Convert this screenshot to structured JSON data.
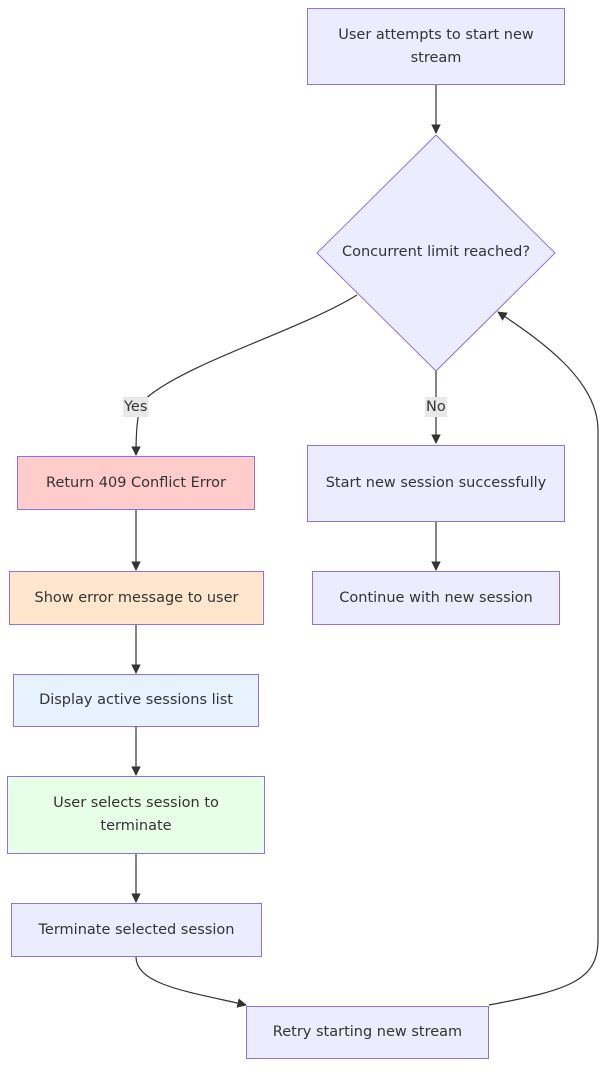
{
  "colors": {
    "node_fill_default": "#ECECFF",
    "node_stroke": "#9370DB",
    "edge": "#333333",
    "text": "#333333",
    "edge_label_bg": "#e8e8e8",
    "fill_error": "#FFCCCC",
    "fill_warning": "#FFE6CC",
    "fill_info": "#E6F2FF",
    "fill_success": "#E6FFE6"
  },
  "nodes": {
    "start": {
      "label": "User attempts to start new stream"
    },
    "decision": {
      "label": "Concurrent limit reached?"
    },
    "conflict": {
      "label": "Return 409 Conflict Error"
    },
    "show_error": {
      "label": "Show error message to user"
    },
    "display_sessions": {
      "label": "Display active sessions list"
    },
    "select_session": {
      "label": "User selects session to terminate"
    },
    "terminate": {
      "label": "Terminate selected session"
    },
    "retry": {
      "label": "Retry starting new stream"
    },
    "start_success": {
      "label": "Start new session successfully"
    },
    "continue": {
      "label": "Continue with new session"
    }
  },
  "edges": {
    "yes_label": "Yes",
    "no_label": "No"
  }
}
